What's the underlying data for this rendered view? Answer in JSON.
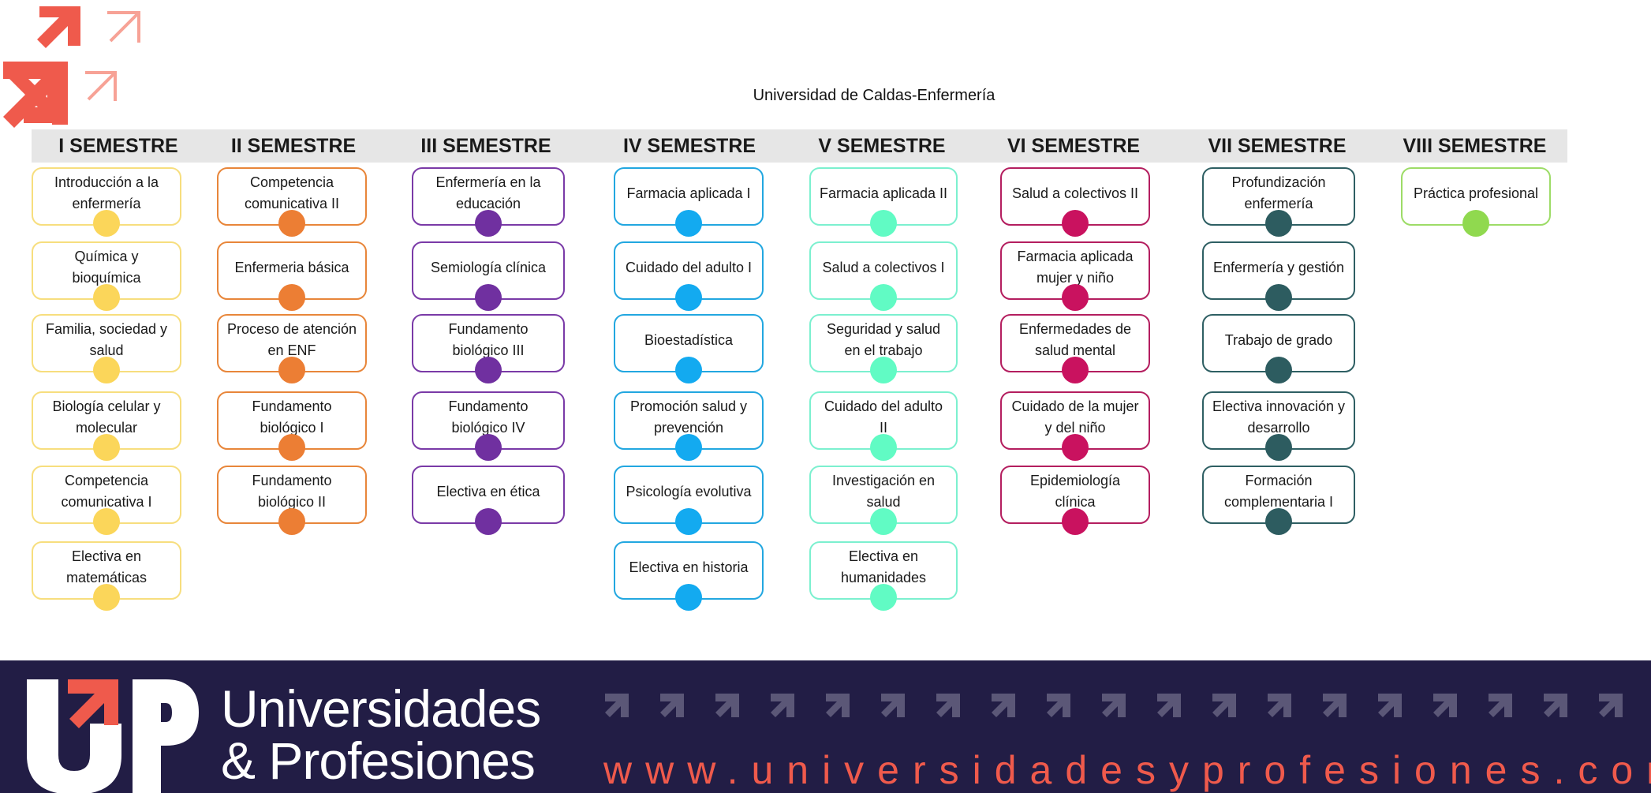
{
  "page": {
    "title": "Universidad de Caldas-Enfermería"
  },
  "colors": {
    "sem1": "#f7de7e",
    "sem1_dot": "#fbd65a",
    "sem2": "#e8863a",
    "sem2_dot": "#ec7e34",
    "sem3": "#7a3aa7",
    "sem3_dot": "#7030a0",
    "sem4": "#22a7e0",
    "sem4_dot": "#13aaf0",
    "sem5": "#7cf0cf",
    "sem5_dot": "#61fbc4",
    "sem6": "#b41e5f",
    "sem6_dot": "#c9125f",
    "sem7": "#2e5f63",
    "sem7_dot": "#2d5c60",
    "sem8": "#9ddc67",
    "sem8_dot": "#90d94f"
  },
  "semesters": [
    {
      "title": "I SEMESTRE",
      "courses": [
        "Introducción a la enfermería",
        "Química y bioquímica",
        "Familia, sociedad y salud",
        "Biología celular y molecular",
        "Competencia comunicativa I",
        "Electiva en matemáticas"
      ]
    },
    {
      "title": "II SEMESTRE",
      "courses": [
        "Competencia comunicativa II",
        "Enfermeria básica",
        "Proceso de atención en ENF",
        "Fundamento biológico I",
        "Fundamento biológico II"
      ]
    },
    {
      "title": "III SEMESTRE",
      "courses": [
        "Enfermería en la educación",
        "Semiología clínica",
        "Fundamento biológico III",
        "Fundamento biológico IV",
        "Electiva en ética"
      ]
    },
    {
      "title": "IV SEMESTRE",
      "courses": [
        "Farmacia aplicada  I",
        "Cuidado del adulto I",
        "Bioestadística",
        "Promoción salud y prevención",
        "Psicología evolutiva",
        "Electiva en historia"
      ]
    },
    {
      "title": "V SEMESTRE",
      "courses": [
        "Farmacia aplicada II",
        "Salud a colectivos I",
        "Seguridad y salud en el trabajo",
        "Cuidado del adulto II",
        "Investigación en salud",
        "Electiva en humanidades"
      ]
    },
    {
      "title": "VI SEMESTRE",
      "courses": [
        "Salud a colectivos II",
        "Farmacia aplicada mujer y niño",
        "Enfermedades de salud mental",
        "Cuidado de la mujer y del niño",
        "Epidemiología clínica"
      ]
    },
    {
      "title": "VII SEMESTRE",
      "courses": [
        "Profundización enfermería",
        "Enfermería y gestión",
        "Trabajo de grado",
        "Electiva innovación y desarrollo",
        "Formación complementaria I"
      ]
    },
    {
      "title": "VIII SEMESTRE",
      "courses": [
        "Práctica profesional"
      ]
    }
  ],
  "footer": {
    "brand_line1": "Universidades",
    "brand_line2": "& Profesiones",
    "url": "www.universidadesyprofesiones.com"
  }
}
